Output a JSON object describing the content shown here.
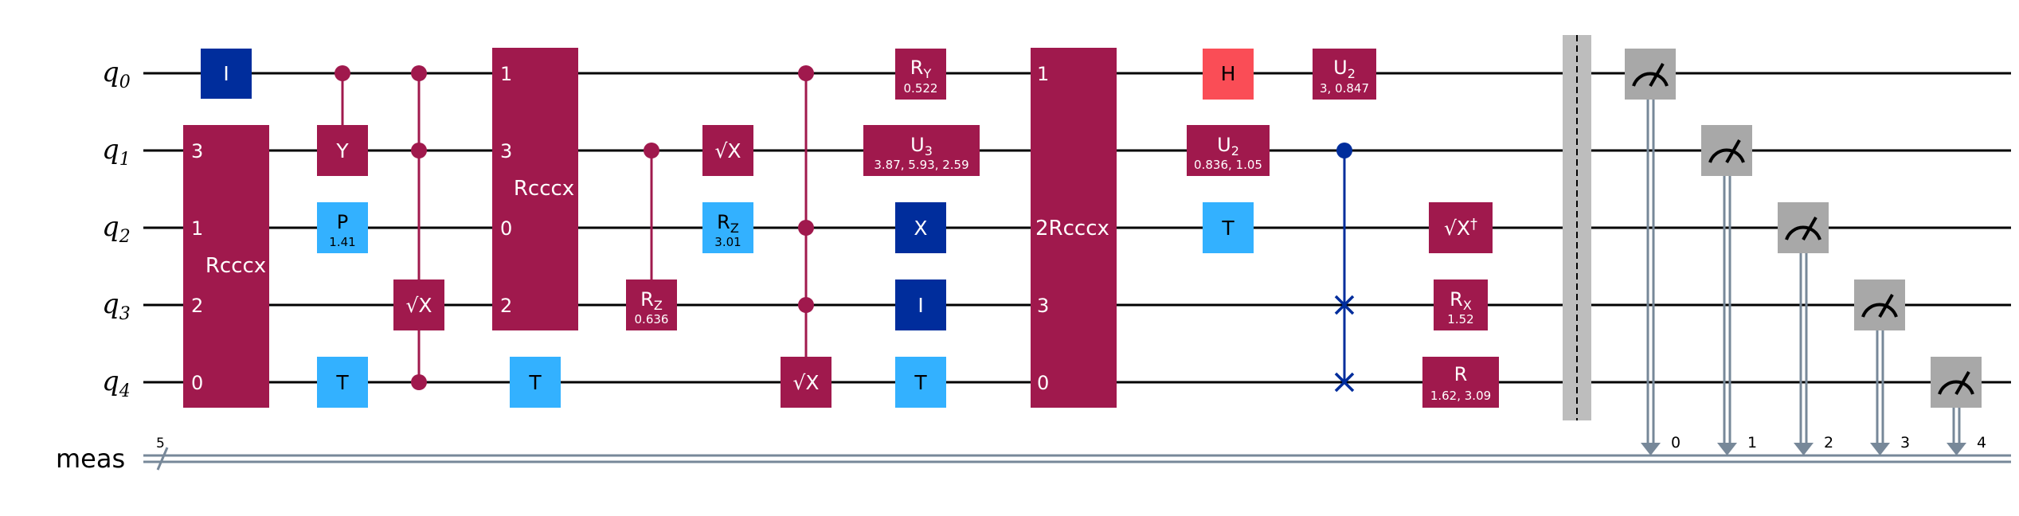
{
  "qubits": [
    {
      "name": "q",
      "index": "0"
    },
    {
      "name": "q",
      "index": "1"
    },
    {
      "name": "q",
      "index": "2"
    },
    {
      "name": "q",
      "index": "3"
    },
    {
      "name": "q",
      "index": "4"
    }
  ],
  "creg": {
    "name": "meas",
    "size": "5"
  },
  "colors": {
    "wire": "#000000",
    "creg_wire": "#778899",
    "multi_qubit": "#A0194D",
    "pauli_x": "#002D9C",
    "phase": "#33B1FF",
    "hadamard": "#FA4D56",
    "barrier": "#BDBDBD",
    "measure": "#A8A8A8",
    "swap": "#002D9C"
  },
  "gates": {
    "i_q0": {
      "label": "I"
    },
    "rcccx_1": {
      "label": "Rcccx",
      "pins": [
        "3",
        "1",
        "2",
        "0"
      ]
    },
    "cy_target": {
      "label": "Y"
    },
    "p_q2": {
      "label": "P",
      "param": "1.41"
    },
    "t_q4_a": {
      "label": "T"
    },
    "csx_target": {
      "label": "√X"
    },
    "rcccx_2": {
      "label": "Rcccx",
      "pins": [
        "1",
        "3",
        "0",
        "2"
      ]
    },
    "t_q4_b": {
      "label": "T"
    },
    "crz_target": {
      "label": "R",
      "sub": "Z",
      "param": "0.636"
    },
    "sx_q1": {
      "label": "√X"
    },
    "rz_q2": {
      "label": "R",
      "sub": "Z",
      "param": "3.01"
    },
    "mcsx_target": {
      "label": "√X"
    },
    "ry_q0": {
      "label": "R",
      "sub": "Y",
      "param": "0.522"
    },
    "u3_q1": {
      "label": "U",
      "sub": "3",
      "param": "3.87, 5.93, 2.59"
    },
    "x_q2": {
      "label": "X"
    },
    "i_q3": {
      "label": "I"
    },
    "t_q4_c": {
      "label": "T"
    },
    "rcccx_3": {
      "label": "2Rcccx",
      "pins": [
        "1",
        "3",
        "0"
      ]
    },
    "h_q0": {
      "label": "H"
    },
    "u2_q1": {
      "label": "U",
      "sub": "2",
      "param": "0.836, 1.05"
    },
    "t_q2": {
      "label": "T"
    },
    "u2_q0": {
      "label": "U",
      "sub": "2",
      "param": "3, 0.847"
    },
    "sxdg_q2": {
      "label": "√X",
      "sup": "†"
    },
    "rx_q3": {
      "label": "R",
      "sub": "X",
      "param": "1.52"
    },
    "r_q4": {
      "label": "R",
      "param": "1.62, 3.09"
    }
  },
  "measure_bits": [
    "0",
    "1",
    "2",
    "3",
    "4"
  ]
}
